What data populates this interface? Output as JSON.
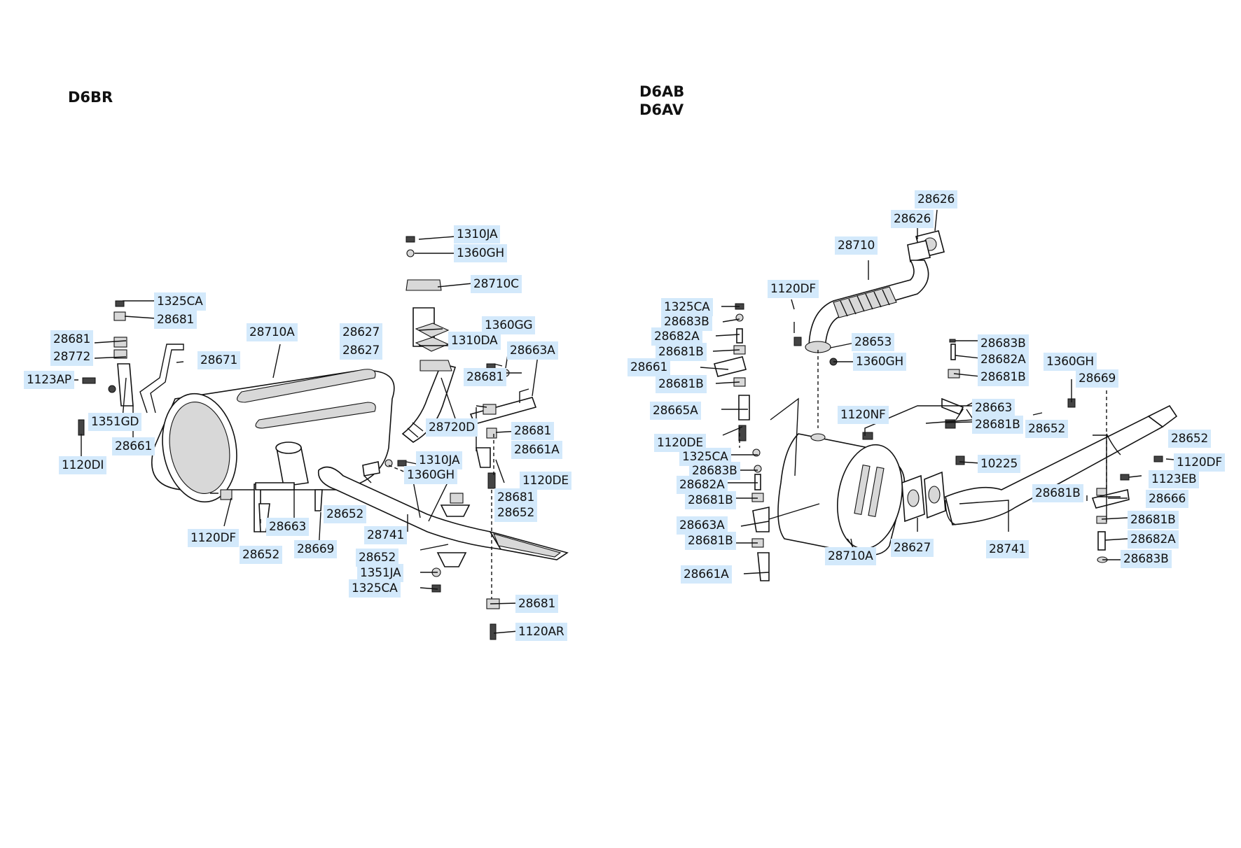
{
  "titles": {
    "left": "D6BR",
    "right_line1": "D6AB",
    "right_line2": "D6AV"
  },
  "left_labels": [
    "1310JA",
    "1360GH",
    "28710C",
    "1325CA",
    "28681",
    "28710A",
    "28627",
    "28627",
    "1310DA",
    "1360GG",
    "28663A",
    "28681",
    "28772",
    "28671",
    "1123AP",
    "28681",
    "1351GD",
    "28720D",
    "28661",
    "28681",
    "28661A",
    "1120DI",
    "1310JA",
    "1360GH",
    "1120DE",
    "28681",
    "28652",
    "28652",
    "28663",
    "28741",
    "1120DF",
    "28669",
    "28652",
    "28652",
    "1351JA",
    "1325CA",
    "28681",
    "1120AR"
  ],
  "right_labels": [
    "28626",
    "28626",
    "28710",
    "1120DF",
    "1325CA",
    "28683B",
    "28682A",
    "28681B",
    "28653",
    "28661",
    "1360GH",
    "28681B",
    "28683B",
    "28682A",
    "28681B",
    "1360GH",
    "28669",
    "28665A",
    "1120NF",
    "28663",
    "28681B",
    "28652",
    "28652",
    "1120DE",
    "1325CA",
    "10225",
    "1120DF",
    "28683B",
    "28682A",
    "1123EB",
    "28681B",
    "28681B",
    "28666",
    "28663A",
    "28681B",
    "28682A",
    "28681B",
    "28710A",
    "28627",
    "28741",
    "28683B",
    "28661A"
  ]
}
